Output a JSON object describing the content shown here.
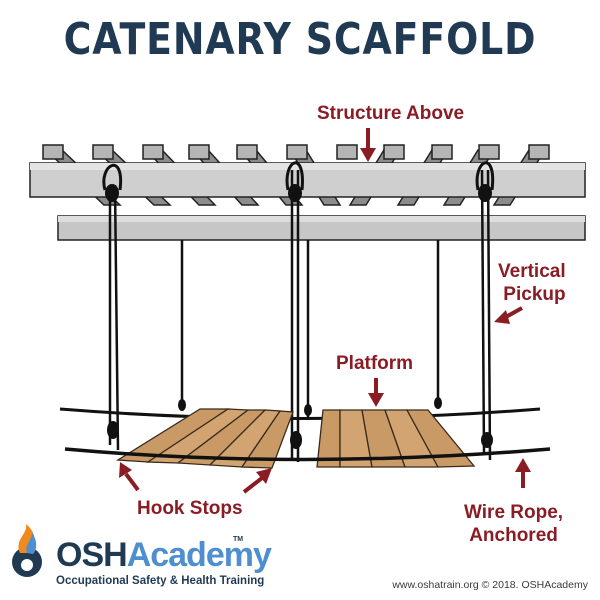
{
  "title": "CATENARY SCAFFOLD",
  "labels": {
    "structure_above": "Structure Above",
    "vertical_pickup_line1": "Vertical",
    "vertical_pickup_line2": "Pickup",
    "platform": "Platform",
    "hook_stops": "Hook Stops",
    "wire_rope_line1": "Wire Rope,",
    "wire_rope_line2": "Anchored"
  },
  "brand": {
    "name_part1": "OSH",
    "name_part2": "Academy",
    "trademark": "TM",
    "tagline": "Occupational Safety & Health Training"
  },
  "credit": "www.oshatrain.org © 2018. OSHAcademy",
  "colors": {
    "title": "#1f3a52",
    "callout": "#8a1c24",
    "beam": "#cfcfcf",
    "plank": "#c79a6a",
    "rope": "#111111",
    "logo_flame_orange": "#f08a1c",
    "logo_flame_blue": "#4f8fd0"
  }
}
